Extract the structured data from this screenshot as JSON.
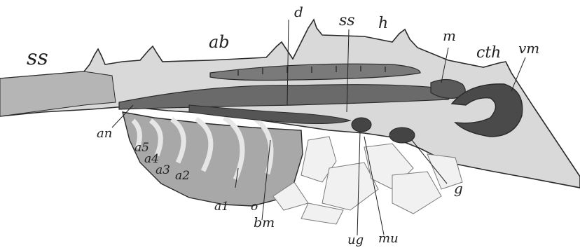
{
  "labels": {
    "ss_left": "ss",
    "ab": "ab",
    "d": "d",
    "ss_top": "ss",
    "h": "h",
    "m": "m",
    "cth": "cth",
    "vm": "vm",
    "an": "an",
    "a5": "a5",
    "a4": "a4",
    "a3": "a3",
    "a2": "a2",
    "a1": "a1",
    "o": "o",
    "bm": "bm",
    "ug": "ug",
    "mu": "mu",
    "g": "g"
  },
  "colors": {
    "outline": "#2a2a2a",
    "light_tissue": "#d9d9d9",
    "mid_tissue": "#a8a8a8",
    "dark_tissue": "#555555",
    "lamellae": "#bdbdbd"
  }
}
